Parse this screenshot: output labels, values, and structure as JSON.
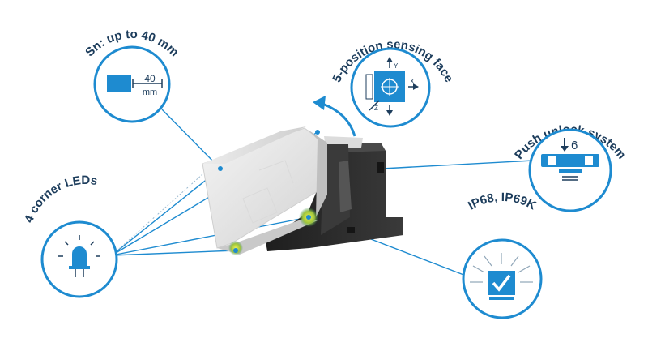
{
  "features": {
    "sn": {
      "label": "Sn: up to 40 mm",
      "value": "40",
      "unit": "mm"
    },
    "sensing_face": {
      "label": "5-position sensing face",
      "axis_y": "Y",
      "axis_x": "X",
      "axis_z": "Z"
    },
    "push_unlock": {
      "label": "Push unlock system",
      "value": "6"
    },
    "corner_leds": {
      "label": "4 corner LEDs"
    },
    "ip_rating": {
      "label": "IP68, IP69K"
    }
  },
  "colors": {
    "accent": "#1e8bd0",
    "line": "#1e8bd0",
    "sensor_body": "#e6e6e6",
    "mount": "#2a2a2a",
    "led": "#c8d43a",
    "label": "#1d3d5c"
  }
}
